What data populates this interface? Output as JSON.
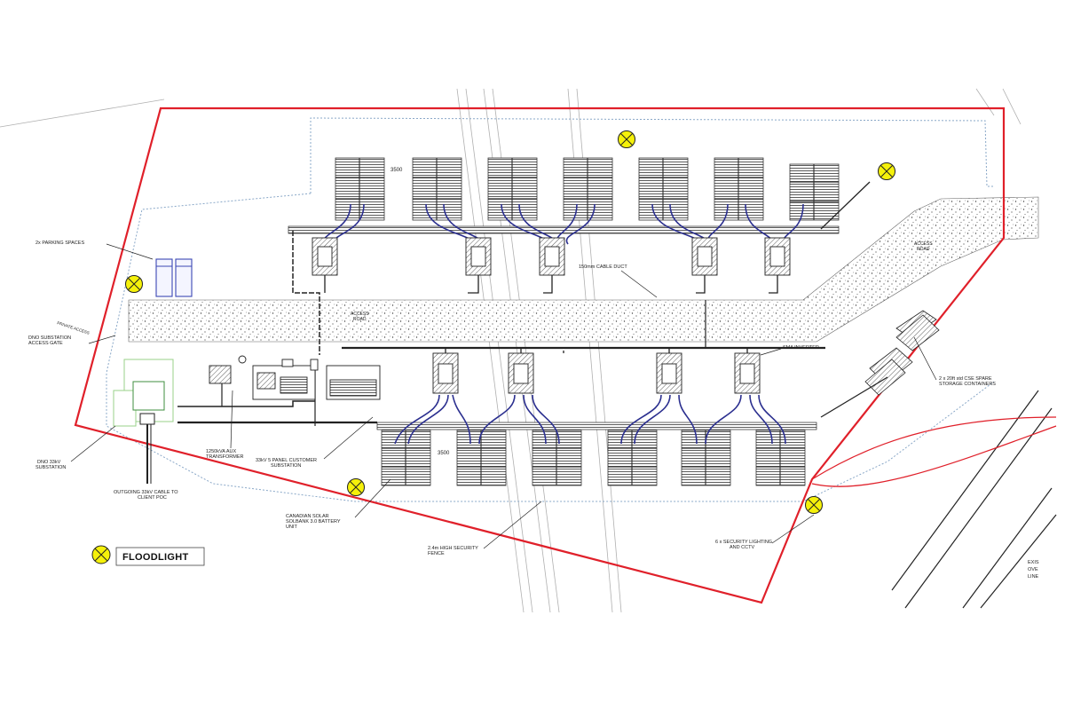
{
  "labels": {
    "parking": "2x PARKING SPACES",
    "access_road_left": "ACCESS ROAD",
    "access_road_right": "ACCESS ROAD",
    "cable_duct": "150mm CABLE DUCT",
    "dno_gate": "DNO SUBSTATION ACCESS GATE",
    "dno_substation": "DNO 33kV SUBSTATION",
    "aux_transformer": "1250kVA AUX TRANSFORMER",
    "customer_substation": "33kV 5 PANEL CUSTOMER SUBSTATION",
    "outgoing_cable": "OUTGOING 33kV CABLE TO CLIENT POC",
    "battery_unit": "CANADIAN SOLAR SOLBANK 3.0 BATTERY UNIT",
    "security_fence": "2.4m HIGH SECURITY FENCE",
    "security_lighting": "6 x SECURITY LIGHTING AND CCTV",
    "sma_inverter": "SMA INVERTER",
    "spare_containers": "2 x 20ft std CSE SPARE STORAGE CONTAINERS",
    "dim_top": "3500",
    "dim_bottom": "3500",
    "sign_text": "PRIVATE ACCESS",
    "edge_text": "EXIS OVE LINE"
  },
  "legend": {
    "label": "FLOODLIGHT"
  },
  "colors": {
    "boundary": "#e0202a",
    "floodlight_fill": "#f5f10a",
    "cable": "#2b2f8f",
    "fence": "#8aa8c8",
    "road_dots": "#555555"
  }
}
